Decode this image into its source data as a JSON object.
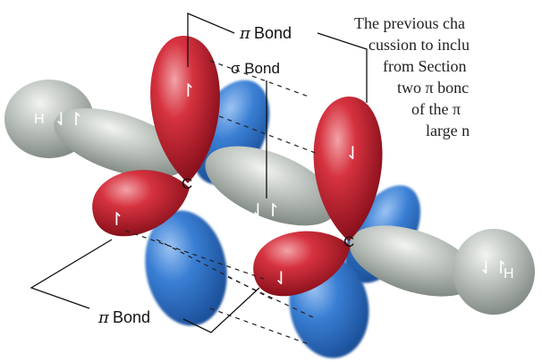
{
  "labels": {
    "pi_bond_top": "Bond",
    "pi_bond_bottom": "Bond",
    "pi_symbol": "π",
    "sigma_bond": "σ Bond",
    "carbon_left": "C",
    "carbon_right": "C",
    "hydrogen_left": "H",
    "hydrogen_right": "H"
  },
  "electron_pairs": {
    "h_left": "⇃↾",
    "cc_sigma": "⇃↾",
    "h_right": "⇃↾",
    "red_up": "↾",
    "red_down": "⇃"
  },
  "body_text_lines": [
    "The previous cha",
    "cussion to inclu",
    "from Section",
    "two π bonc",
    "of the π",
    "large n"
  ],
  "colors": {
    "red_lobe": "#cc1f2e",
    "blue_lobe": "#2a6fc9",
    "gray_lobe": "#b7bdb8"
  }
}
